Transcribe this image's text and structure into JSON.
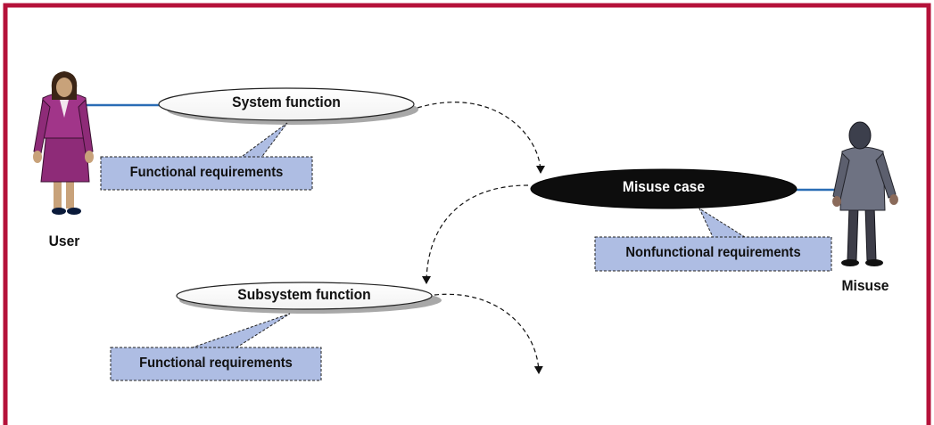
{
  "colors": {
    "frame_border": "#b5123a",
    "association_line": "#2a6db5",
    "note_fill": "#aebde3",
    "misuse_fill": "#0d0d0d",
    "ellipse_shadow": "#a8a8a8"
  },
  "actors": [
    {
      "id": "user",
      "label": "User",
      "icon": "woman-person-icon"
    },
    {
      "id": "misuser",
      "label": "Misuse",
      "icon": "hooded-man-person-icon"
    }
  ],
  "use_cases": [
    {
      "id": "system_function",
      "label": "System function",
      "style": "normal"
    },
    {
      "id": "misuse_case",
      "label": "Misuse case",
      "style": "misuse"
    },
    {
      "id": "subsystem_function",
      "label": "Subsystem function",
      "style": "normal"
    }
  ],
  "notes": [
    {
      "id": "note_functional_1",
      "label": "Functional requirements",
      "attached_to": "system_function"
    },
    {
      "id": "note_nonfunctional",
      "label": "Nonfunctional requirements",
      "attached_to": "misuse_case"
    },
    {
      "id": "note_functional_2",
      "label": "Functional requirements",
      "attached_to": "subsystem_function"
    }
  ]
}
